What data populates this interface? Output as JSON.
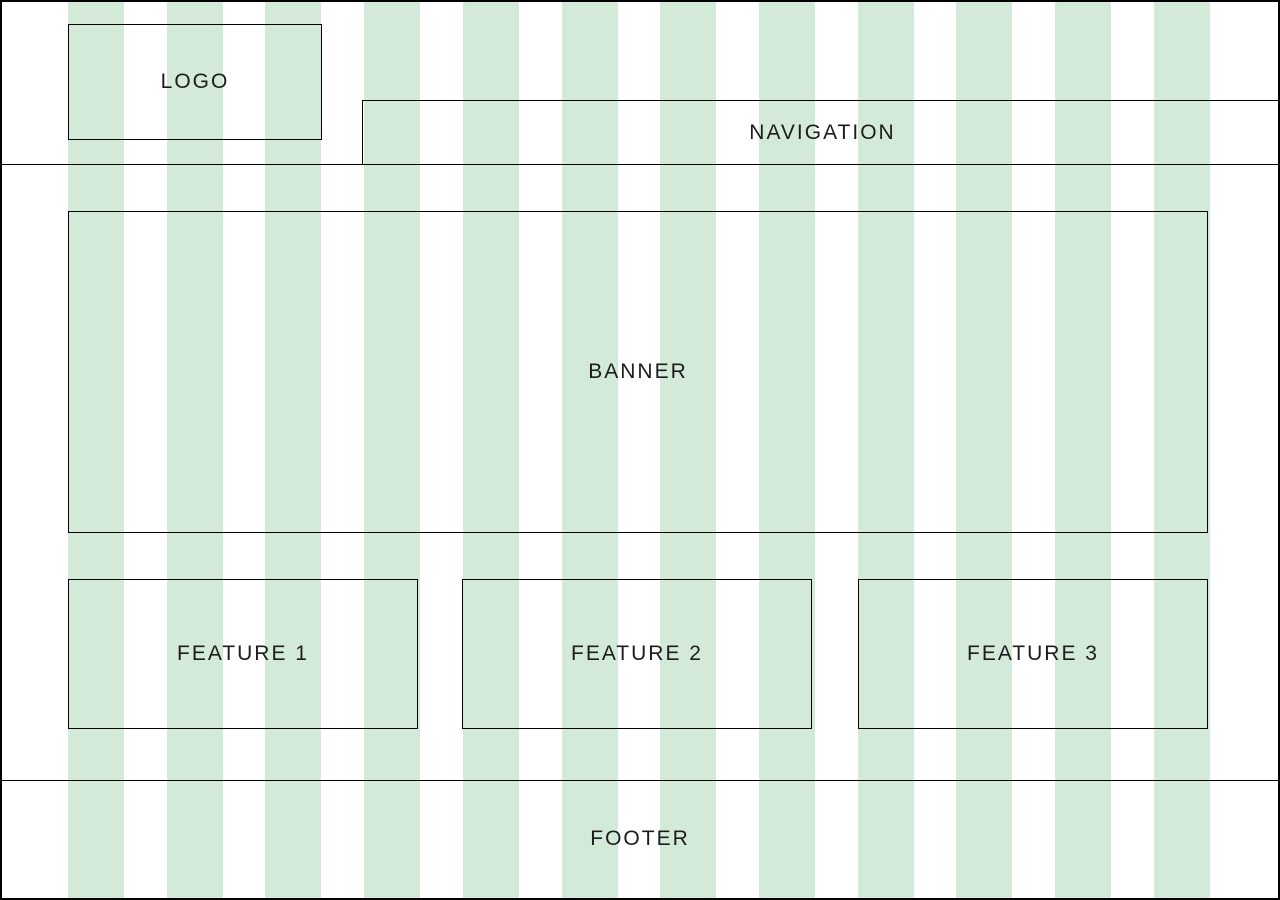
{
  "labels": {
    "logo": "LOGO",
    "navigation": "NAVIGATION",
    "banner": "BANNER",
    "features": [
      "FEATURE 1",
      "FEATURE 2",
      "FEATURE 3"
    ],
    "footer": "FOOTER"
  },
  "colors": {
    "stripe": "#d4ead8",
    "line": "#000000",
    "text": "#1c1c1c",
    "canvas": "#ffffff"
  },
  "grid": {
    "columns": 12
  }
}
